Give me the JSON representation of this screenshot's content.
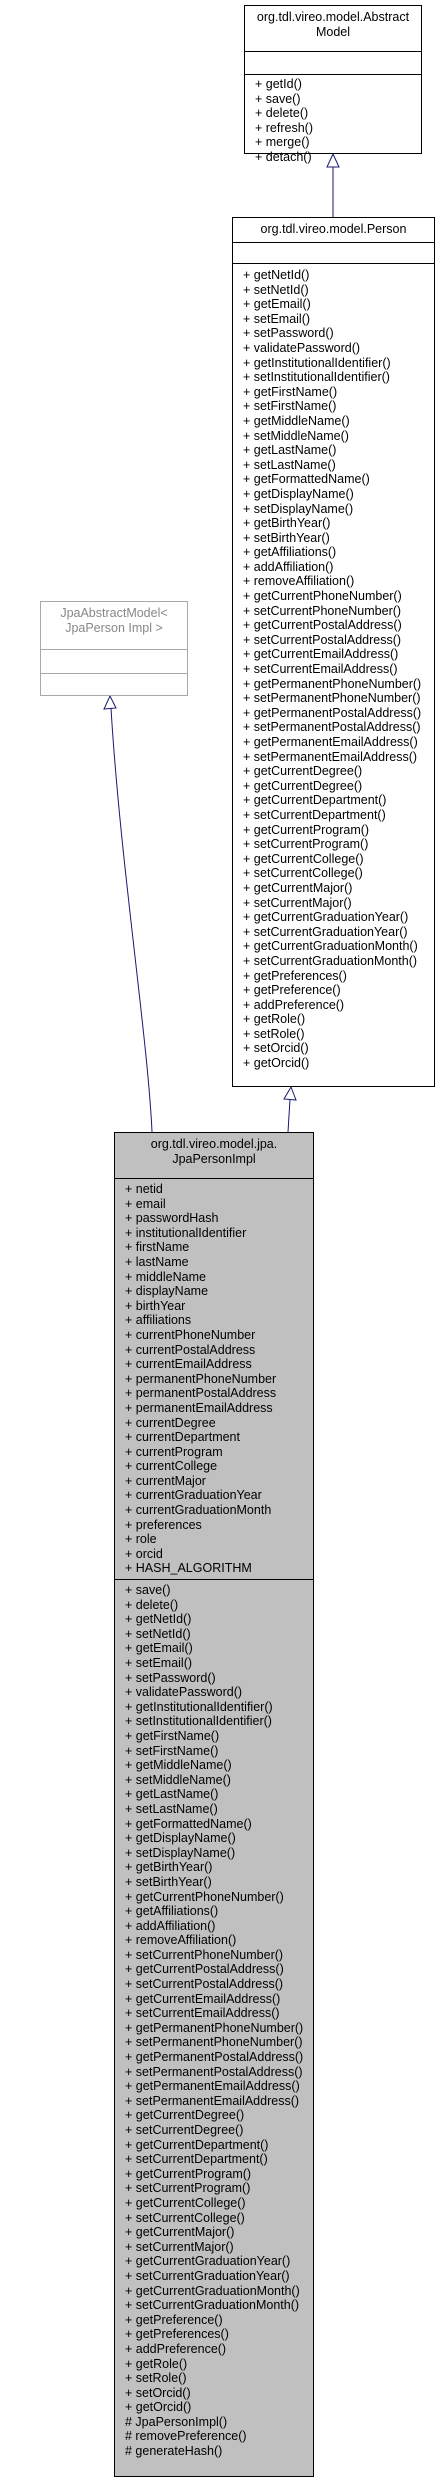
{
  "abstract_model": {
    "name": "org.tdl.vireo.model.Abstract Model",
    "methods": [
      "+ getId()",
      "+ save()",
      "+ delete()",
      "+ refresh()",
      "+ merge()",
      "+ detach()"
    ]
  },
  "jpa_abstract_model": {
    "name": "JpaAbstractModel< JpaPerson Impl >"
  },
  "person": {
    "name": "org.tdl.vireo.model.Person",
    "methods": [
      "+ getNetId()",
      "+ setNetId()",
      "+ getEmail()",
      "+ setEmail()",
      "+ setPassword()",
      "+ validatePassword()",
      "+ getInstitutionalIdentifier()",
      "+ setInstitutionalIdentifier()",
      "+ getFirstName()",
      "+ setFirstName()",
      "+ getMiddleName()",
      "+ setMiddleName()",
      "+ getLastName()",
      "+ setLastName()",
      "+ getFormattedName()",
      "+ getDisplayName()",
      "+ setDisplayName()",
      "+ getBirthYear()",
      "+ setBirthYear()",
      "+ getAffiliations()",
      "+ addAffiliation()",
      "+ removeAffiliation()",
      "+ getCurrentPhoneNumber()",
      "+ setCurrentPhoneNumber()",
      "+ getCurrentPostalAddress()",
      "+ setCurrentPostalAddress()",
      "+ getCurrentEmailAddress()",
      "+ setCurrentEmailAddress()",
      "+ getPermanentPhoneNumber()",
      "+ setPermanentPhoneNumber()",
      "+ getPermanentPostalAddress()",
      "+ setPermanentPostalAddress()",
      "+ getPermanentEmailAddress()",
      "+ setPermanentEmailAddress()",
      "+ getCurrentDegree()",
      "+ getCurrentDegree()",
      "+ getCurrentDepartment()",
      "+ setCurrentDepartment()",
      "+ getCurrentProgram()",
      "+ setCurrentProgram()",
      "+ getCurrentCollege()",
      "+ setCurrentCollege()",
      "+ getCurrentMajor()",
      "+ setCurrentMajor()",
      "+ getCurrentGraduationYear()",
      "+ setCurrentGraduationYear()",
      "+ getCurrentGraduationMonth()",
      "+ setCurrentGraduationMonth()",
      "+ getPreferences()",
      "+ getPreference()",
      "+ addPreference()",
      "+ getRole()",
      "+ setRole()",
      "+ setOrcid()",
      "+ getOrcid()"
    ]
  },
  "jpa_person_impl": {
    "name": "org.tdl.vireo.model.jpa. JpaPersonImpl",
    "attributes": [
      "+ netid",
      "+ email",
      "+ passwordHash",
      "+ institutionalIdentifier",
      "+ firstName",
      "+ lastName",
      "+ middleName",
      "+ displayName",
      "+ birthYear",
      "+ affiliations",
      "+ currentPhoneNumber",
      "+ currentPostalAddress",
      "+ currentEmailAddress",
      "+ permanentPhoneNumber",
      "+ permanentPostalAddress",
      "+ permanentEmailAddress",
      "+ currentDegree",
      "+ currentDepartment",
      "+ currentProgram",
      "+ currentCollege",
      "+ currentMajor",
      "+ currentGraduationYear",
      "+ currentGraduationMonth",
      "+ preferences",
      "+ role",
      "+ orcid",
      "+ HASH_ALGORITHM"
    ],
    "methods": [
      "+ save()",
      "+ delete()",
      "+ getNetId()",
      "+ setNetId()",
      "+ getEmail()",
      "+ setEmail()",
      "+ setPassword()",
      "+ validatePassword()",
      "+ getInstitutionalIdentifier()",
      "+ setInstitutionalIdentifier()",
      "+ getFirstName()",
      "+ setFirstName()",
      "+ getMiddleName()",
      "+ setMiddleName()",
      "+ getLastName()",
      "+ setLastName()",
      "+ getFormattedName()",
      "+ getDisplayName()",
      "+ setDisplayName()",
      "+ getBirthYear()",
      "+ setBirthYear()",
      "+ getCurrentPhoneNumber()",
      "+ getAffiliations()",
      "+ addAffiliation()",
      "+ removeAffiliation()",
      "+ setCurrentPhoneNumber()",
      "+ getCurrentPostalAddress()",
      "+ setCurrentPostalAddress()",
      "+ getCurrentEmailAddress()",
      "+ setCurrentEmailAddress()",
      "+ getPermanentPhoneNumber()",
      "+ setPermanentPhoneNumber()",
      "+ getPermanentPostalAddress()",
      "+ setPermanentPostalAddress()",
      "+ getPermanentEmailAddress()",
      "+ setPermanentEmailAddress()",
      "+ getCurrentDegree()",
      "+ setCurrentDegree()",
      "+ getCurrentDepartment()",
      "+ setCurrentDepartment()",
      "+ getCurrentProgram()",
      "+ setCurrentProgram()",
      "+ getCurrentCollege()",
      "+ setCurrentCollege()",
      "+ getCurrentMajor()",
      "+ setCurrentMajor()",
      "+ getCurrentGraduationYear()",
      "+ setCurrentGraduationYear()",
      "+ getCurrentGraduationMonth()",
      "+ setCurrentGraduationMonth()",
      "+ getPreference()",
      "+ getPreferences()",
      "+ addPreference()",
      "+ getRole()",
      "+ setRole()",
      "+ setOrcid()",
      "+ getOrcid()",
      "# JpaPersonImpl()",
      "# removePreference()",
      "# generateHash()"
    ]
  }
}
